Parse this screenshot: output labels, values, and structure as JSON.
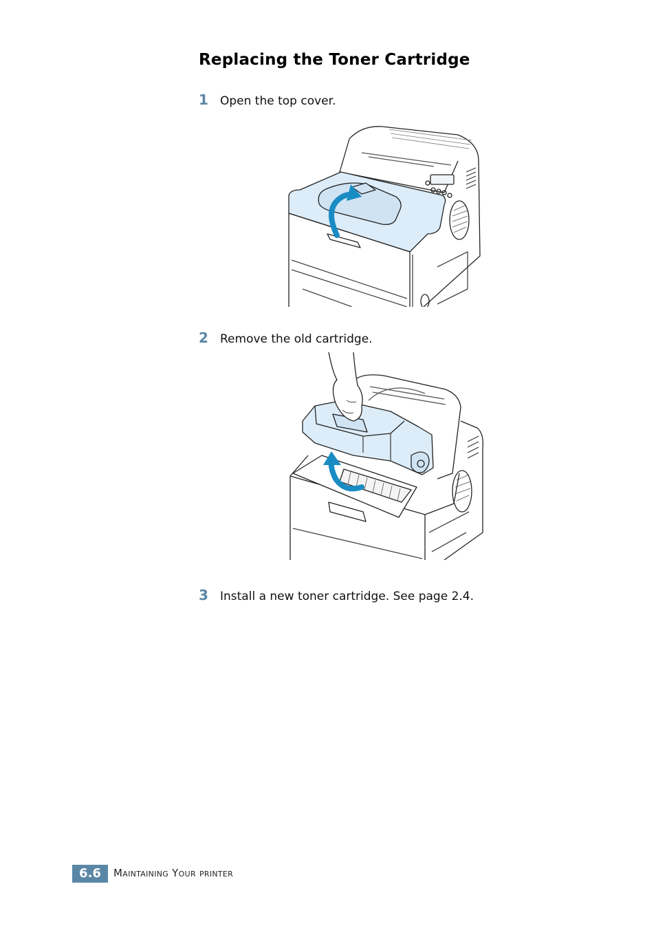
{
  "page": {
    "title": "Replacing the Toner Cartridge",
    "steps": [
      {
        "number": "1",
        "text": "Open the top cover."
      },
      {
        "number": "2",
        "text": "Remove the old cartridge."
      },
      {
        "number": "3",
        "text": "Install a new toner cartridge. See page 2.4."
      }
    ]
  },
  "footer": {
    "page_number": "6.6",
    "section": "Maintaining Your printer"
  },
  "colors": {
    "accent": "#5b87a6",
    "arrow": "#1a8cc4",
    "cover_fill": "#dcecf8"
  }
}
